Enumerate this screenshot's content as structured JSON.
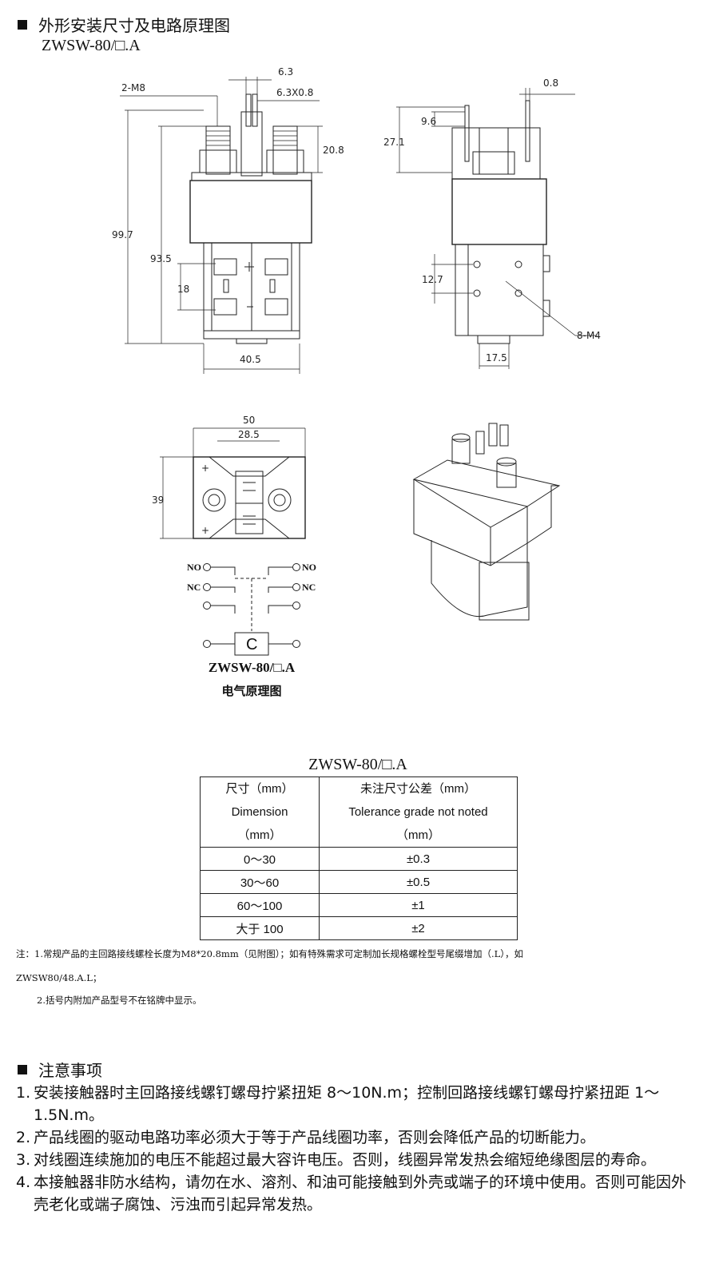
{
  "section1": {
    "title": "外形安装尺寸及电路原理图",
    "model": "ZWSW-80/□.A"
  },
  "front_view": {
    "dims": [
      "2-M8",
      "6.3",
      "6.3X0.8",
      "20.8",
      "99.7",
      "93.5",
      "18",
      "40.5"
    ]
  },
  "side_view": {
    "dims": [
      "0.8",
      "9.6",
      "27.1",
      "12.7",
      "8-M4",
      "17.5"
    ]
  },
  "top_view": {
    "dims": [
      "50",
      "28.5",
      "39"
    ]
  },
  "schematic": {
    "labels": {
      "no1": "NO",
      "nc1": "NC",
      "no2": "NO",
      "nc2": "NC",
      "coil": "C"
    },
    "caption_model": "ZWSW-80/□.A",
    "caption_title": "电气原理图"
  },
  "tolerance_table": {
    "title": "ZWSW-80/□.A",
    "header_left": [
      "尺寸（mm）",
      "Dimension",
      "（mm）"
    ],
    "header_right": [
      "未注尺寸公差（mm）",
      "Tolerance grade not noted",
      "（mm）"
    ],
    "rows": [
      {
        "dimension": "0～30",
        "tolerance": "±0.3"
      },
      {
        "dimension": "30～60",
        "tolerance": "±0.5"
      },
      {
        "dimension": "60～100",
        "tolerance": "±1"
      },
      {
        "dimension": "大于 100",
        "tolerance": "±2"
      }
    ]
  },
  "notes": {
    "line1": "注：1.常规产品的主回路接线螺栓长度为M8*20.8mm（见附图）；如有特殊需求可定制加长规格螺栓型号尾缀增加（.L），如",
    "line2": "ZWSW80/48.A.L；",
    "line3": "2.括号内附加产品型号不在铭牌中显示。"
  },
  "section2": {
    "title": "注意事项",
    "items": [
      {
        "num": "1.",
        "text": "安装接触器时主回路接线螺钉螺母拧紧扭矩 8～10N.m；控制回路接线螺钉螺母拧紧扭距 1～1.5N.m。"
      },
      {
        "num": "2.",
        "text": "产品线圈的驱动电路功率必须大于等于产品线圈功率，否则会降低产品的切断能力。"
      },
      {
        "num": "3.",
        "text": "对线圈连续施加的电压不能超过最大容许电压。否则，线圈异常发热会缩短绝缘图层的寿命。"
      },
      {
        "num": "4.",
        "text": "本接触器非防水结构，请勿在水、溶剂、和油可能接触到外壳或端子的环境中使用。否则可能因外壳老化或端子腐蚀、污浊而引起异常发热。"
      }
    ]
  }
}
